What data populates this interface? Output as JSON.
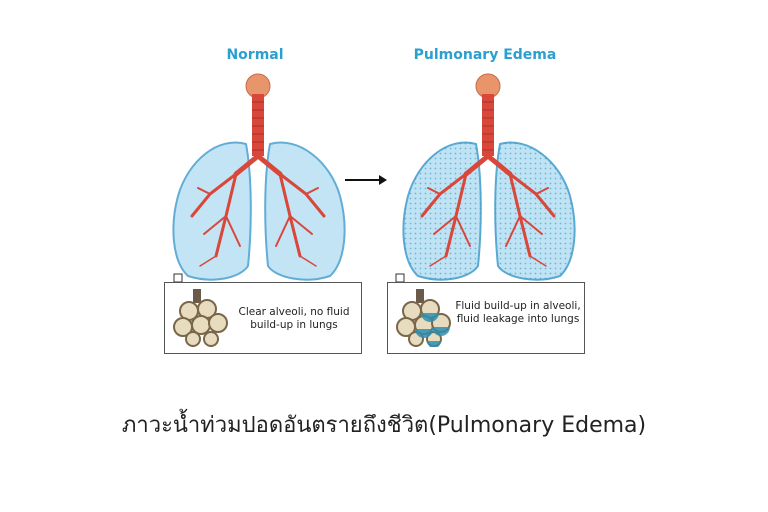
{
  "panels": {
    "normal": {
      "title": "Normal",
      "inset_text": "Clear alveoli, no fluid build-up in lungs"
    },
    "edema": {
      "title": "Pulmonary Edema",
      "inset_text": "Fluid build-up in alveoli, fluid leakage into lungs"
    }
  },
  "caption": "ภาวะน้ำท่วมปอดอันตรายถึงชีวิต(Pulmonary Edema)",
  "colors": {
    "title": "#2a9fd0",
    "lung_fill": "#bfe3f4",
    "lung_stroke": "#5aa9d3",
    "airway": "#d9473a",
    "trachea": "#e07a52",
    "fluid": "#2f8fb0"
  }
}
